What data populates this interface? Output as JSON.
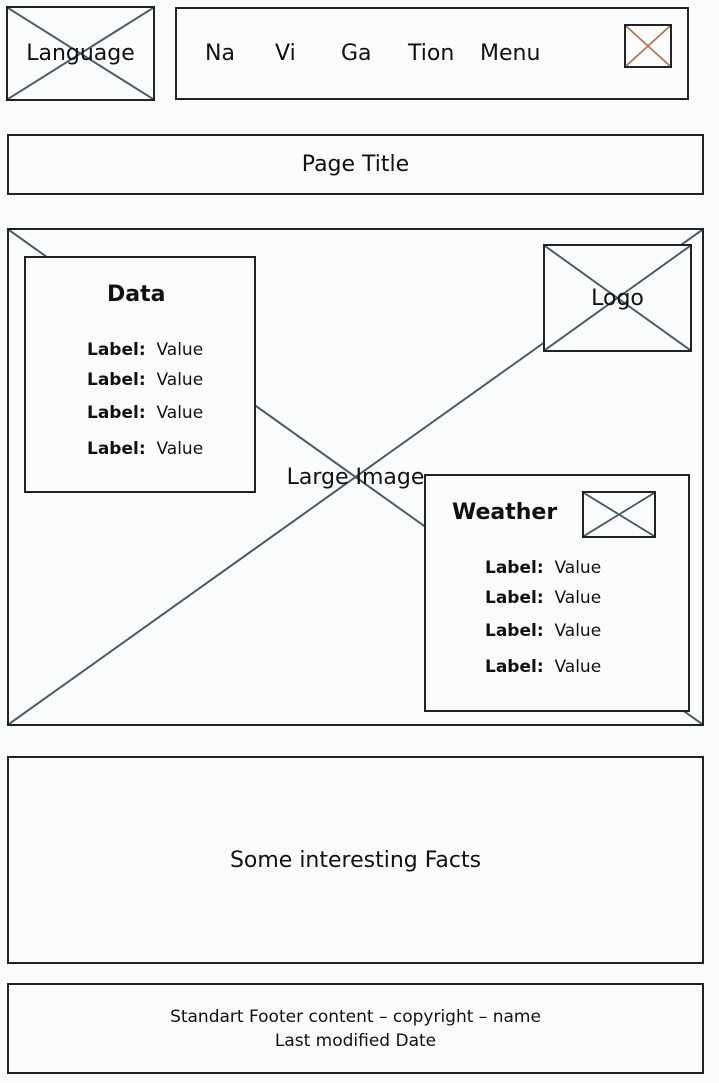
{
  "header": {
    "language_label": "Language",
    "nav_items": [
      "Na",
      "Vi",
      "Ga",
      "Tion",
      "Menu"
    ]
  },
  "page_title": "Page Title",
  "hero": {
    "image_label": "Large Image",
    "logo_label": "Logo",
    "data_panel": {
      "title": "Data",
      "rows": [
        {
          "label": "Label",
          "value": "Value"
        },
        {
          "label": "Label",
          "value": "Value"
        },
        {
          "label": "Label",
          "value": "Value"
        },
        {
          "label": "Label",
          "value": "Value"
        }
      ]
    },
    "weather_panel": {
      "title": "Weather",
      "rows": [
        {
          "label": "Label",
          "value": "Value"
        },
        {
          "label": "Label",
          "value": "Value"
        },
        {
          "label": "Label",
          "value": "Value"
        },
        {
          "label": "Label",
          "value": "Value"
        }
      ]
    }
  },
  "facts": {
    "text": "Some interesting Facts"
  },
  "footer": {
    "line1": "Standart Footer content – copyright – name",
    "line2": "Last modified Date"
  },
  "colors": {
    "placeholder_stroke": "#4a5a68",
    "menu_icon_stroke": "#b07a5a",
    "border": "#222222",
    "background": "#fafbfb"
  }
}
